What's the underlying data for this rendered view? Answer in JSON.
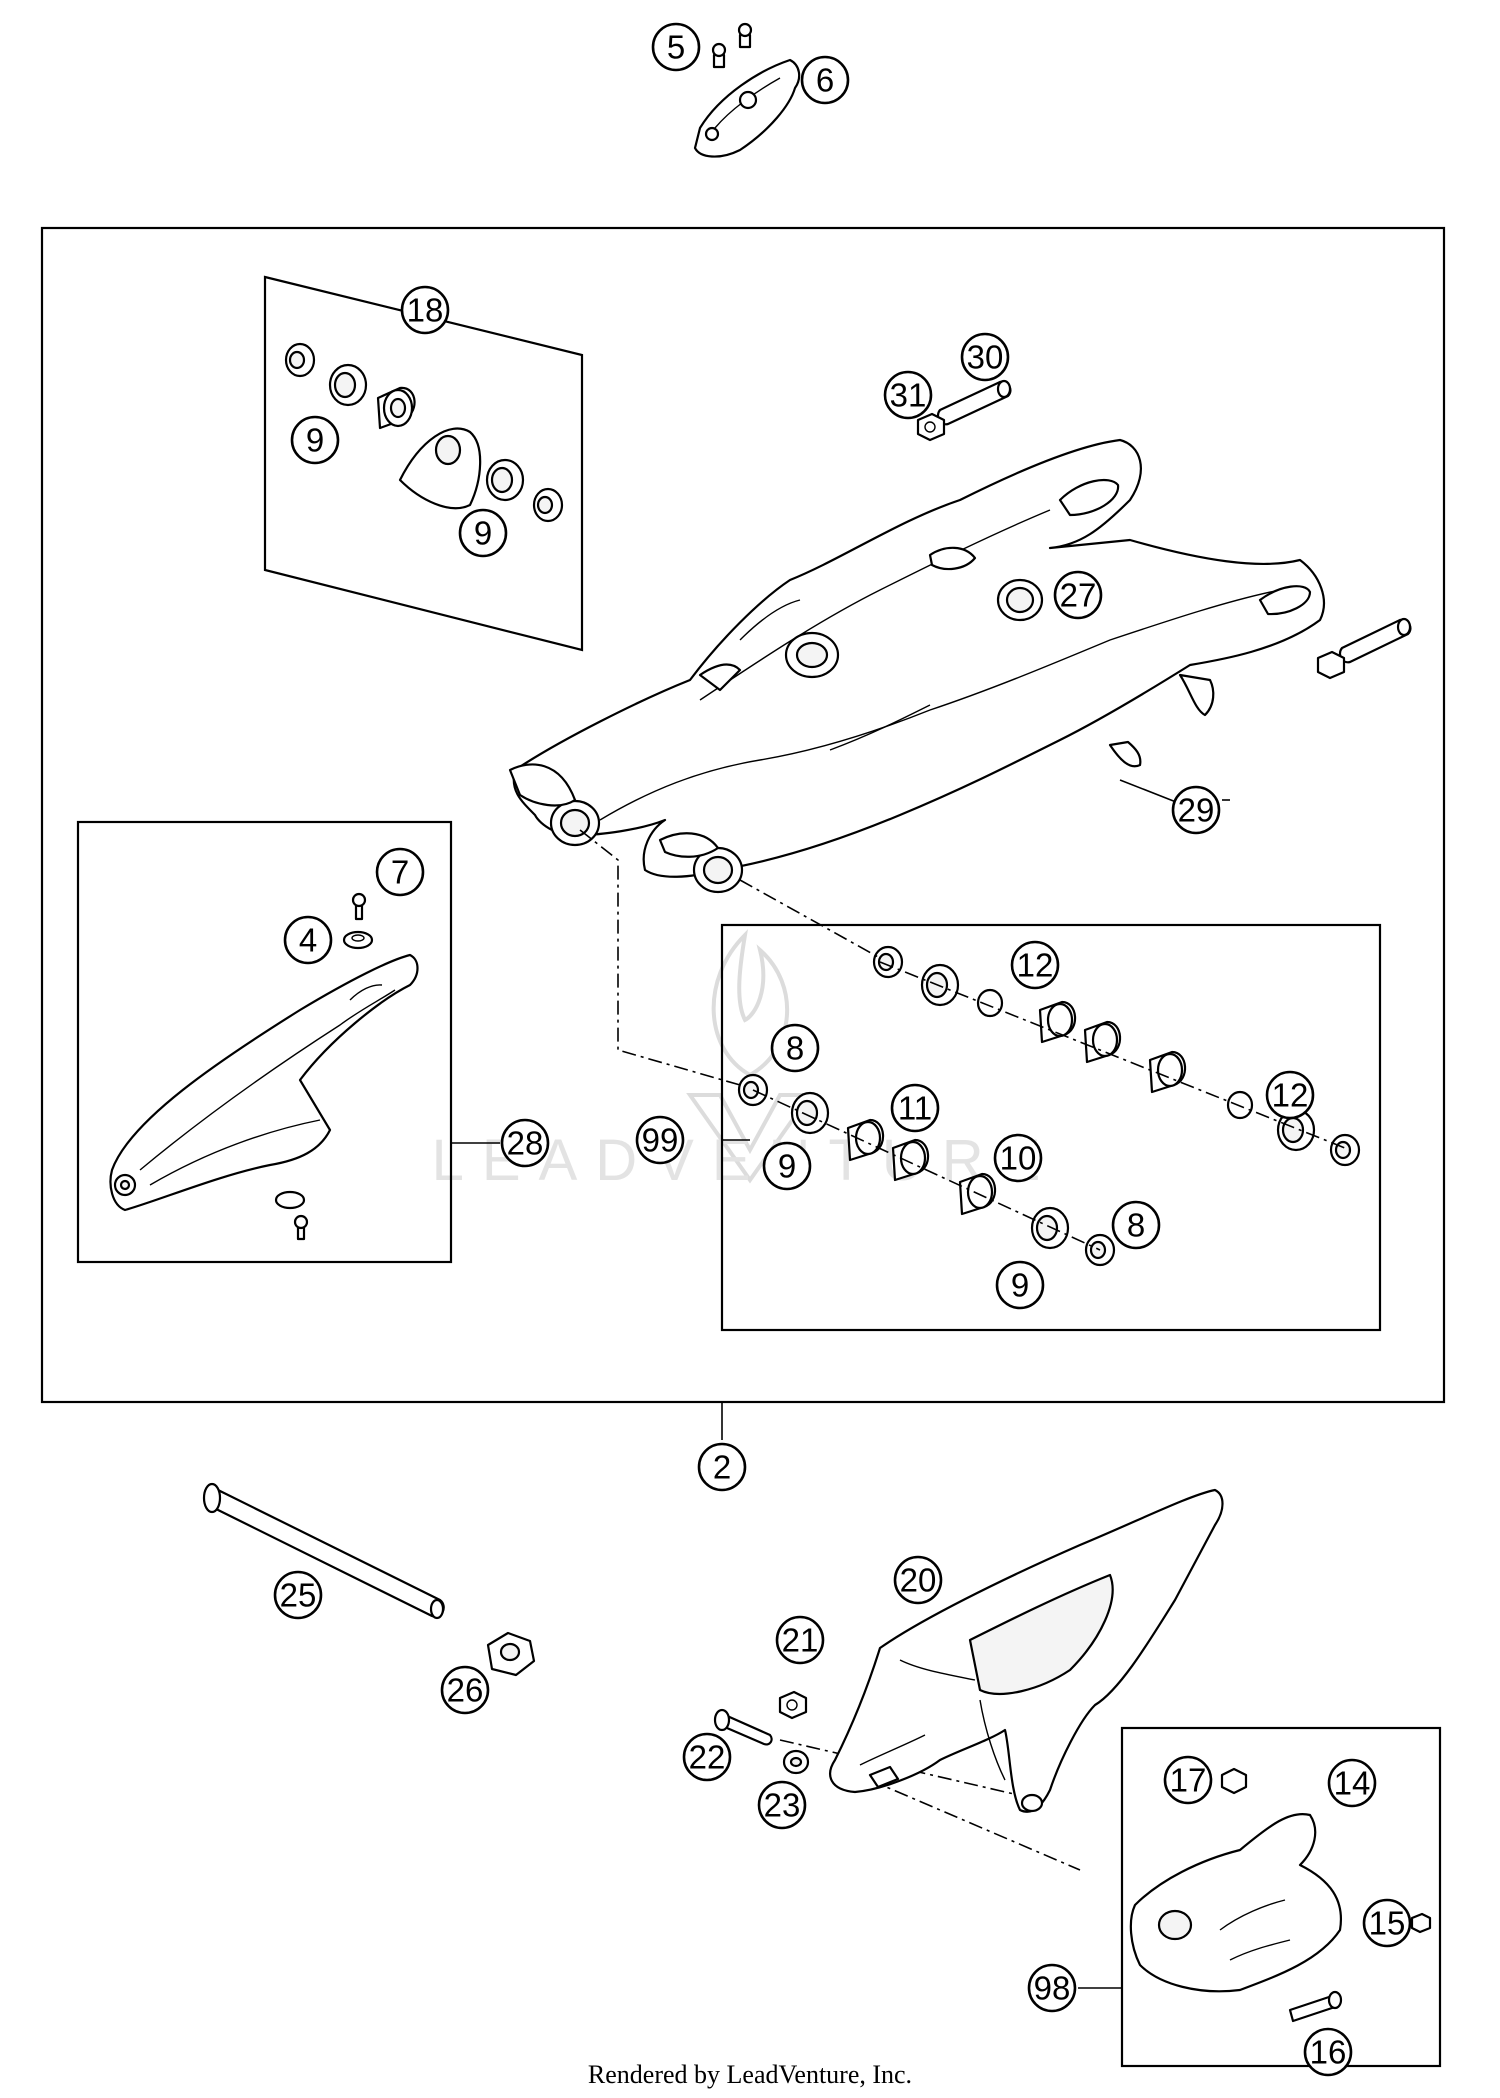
{
  "diagram": {
    "type": "exploded-parts-diagram",
    "callouts": [
      "5",
      "6",
      "18",
      "30",
      "31",
      "9",
      "9",
      "27",
      "29",
      "7",
      "4",
      "12",
      "8",
      "28",
      "99",
      "11",
      "12",
      "9",
      "10",
      "8",
      "9",
      "2",
      "25",
      "20",
      "21",
      "26",
      "22",
      "23",
      "17",
      "14",
      "15",
      "98",
      "16"
    ],
    "watermark": "LEADVENTURE"
  },
  "footer": {
    "credit": "Rendered by LeadVenture, Inc."
  }
}
